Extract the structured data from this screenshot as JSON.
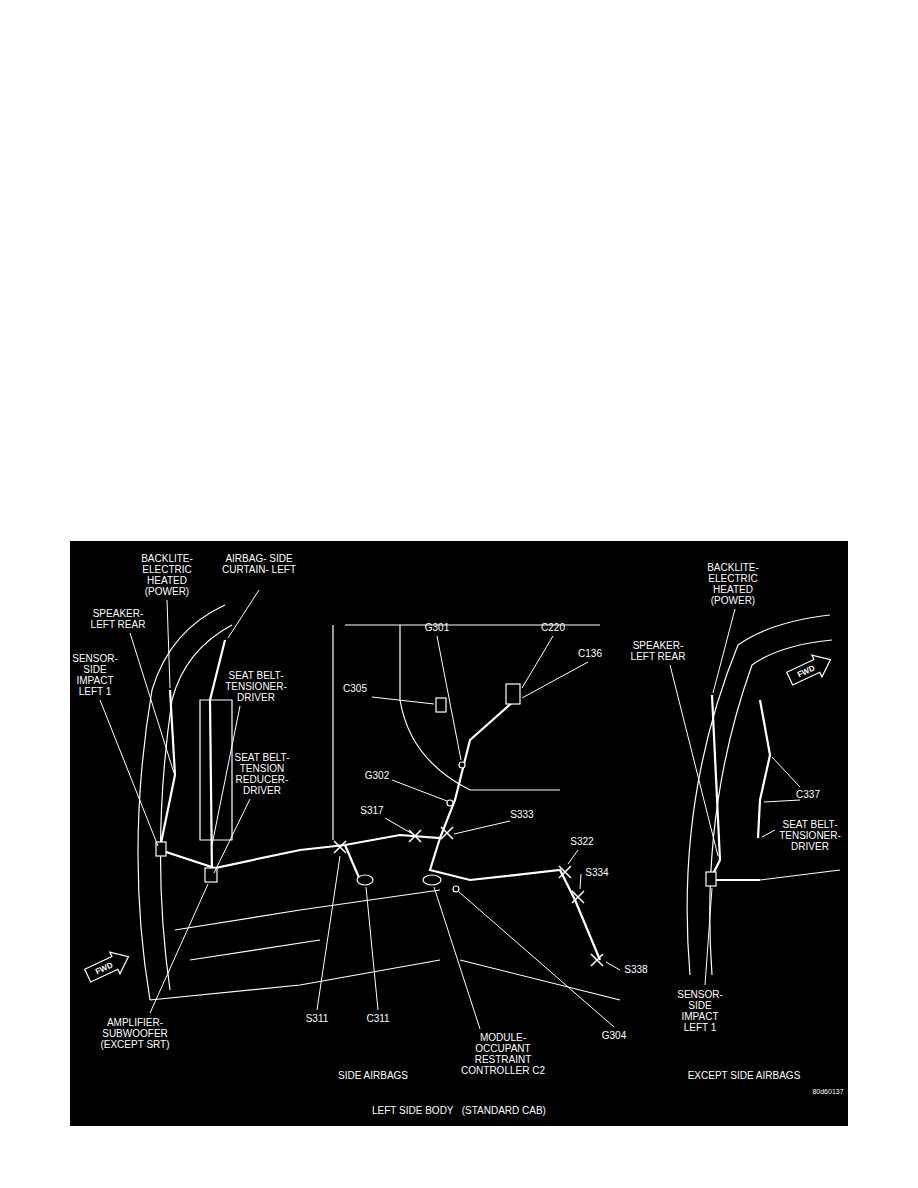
{
  "diagram": {
    "caption": "LEFT SIDE BODY   (STANDARD CAB)",
    "labels": [
      "BACKLITE- ELECTRIC HEATED (POWER)",
      "AIRBAG- SIDE CURTAIN- LEFT",
      "BACKLITE- ELECTRIC HEATED (POWER)",
      "SPEAKER- LEFT REAR",
      "G301",
      "C220",
      "C136",
      "SPEAKER- LEFT REAR",
      "SENSOR- SIDE IMPACT LEFT 1",
      "SEAT BELT- TENSIONER- DRIVER",
      "FWD",
      "C305",
      "SEAT BELT- TENSION REDUCER- DRIVER",
      "G302",
      "C337",
      "S317",
      "S333",
      "SEAT BELT- TENSIONER- DRIVER",
      "S322",
      "S334",
      "FWD",
      "S338",
      "SENSOR- SIDE IMPACT LEFT 1",
      "S311",
      "C311",
      "AMPLIFIER- SUBWOOFER (EXCEPT SRT)",
      "G304",
      "MODULE- OCCUPANT RESTRAINT CONTROLLER C2",
      "SIDE AIRBAGS",
      "EXCEPT SIDE AIRBAGS",
      "80d60137"
    ]
  }
}
